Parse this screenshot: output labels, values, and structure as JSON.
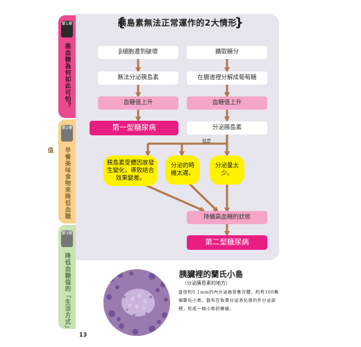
{
  "tabs": [
    {
      "chip": "第1章",
      "label": "高血糖為何如此可怕？"
    },
    {
      "chip": "第2章",
      "label": "早餐美味食物來降低血糖值"
    },
    {
      "chip": "第3章",
      "label": "降低血糖值的「生活方式」"
    }
  ],
  "diagram": {
    "title": "胰島素無法正常運作的2大情形",
    "left": [
      "β細胞遭到破壞",
      "無法分泌胰島素",
      "血糖值上升",
      "第一型糖尿病"
    ],
    "right": [
      "攝取糖分",
      "在腸道裡分解成葡萄糖",
      "血糖值上升",
      "分泌胰島素"
    ],
    "note": "但是",
    "reasons": [
      "胰島素受體因故發生變化，導致結合效果變差。",
      "分泌的時機太遲。",
      "分泌量太少。"
    ],
    "result": "持續高血糖的狀態",
    "final": "第二型糖尿病"
  },
  "islet": {
    "heading": "胰臟裡的蘭氏小島",
    "subheading": "（分泌胰島素的地方）",
    "description": "直徑約0.1mm的內分泌器官集合體，約有100萬個蘭氏小島，散布在負責分泌消化液的外分泌部裡，形成一個小島的模樣。"
  },
  "page_number": "13",
  "colors": {
    "tab1": "#ea4a8e",
    "tab2": "#f8d18a",
    "tab3": "#c9e3b3",
    "magenta": "#e91e82",
    "pink": "#f5a6c8",
    "yellow": "#fff200",
    "arrow": "#b07a4a"
  }
}
